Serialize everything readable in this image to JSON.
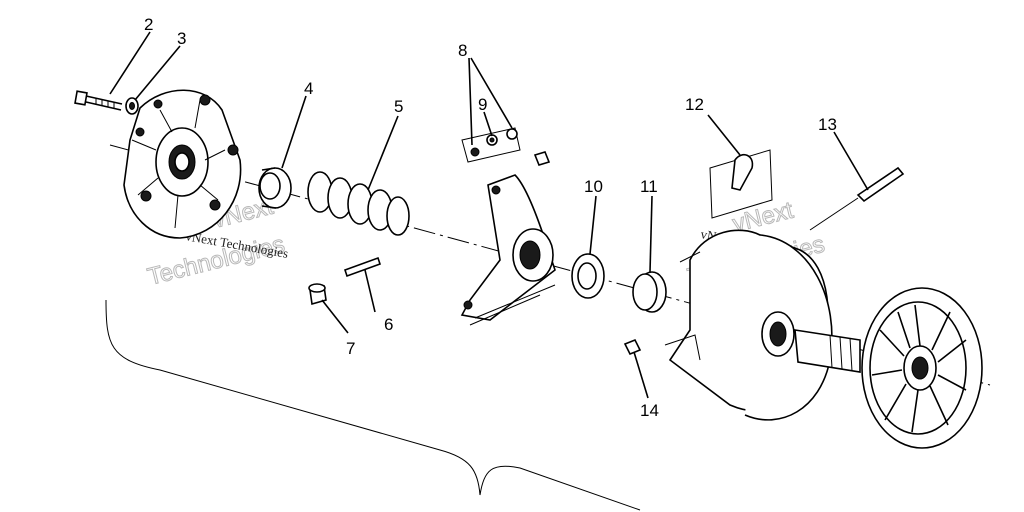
{
  "callouts": [
    {
      "id": "2",
      "label": "2"
    },
    {
      "id": "3",
      "label": "3"
    },
    {
      "id": "4",
      "label": "4"
    },
    {
      "id": "5",
      "label": "5"
    },
    {
      "id": "6",
      "label": "6"
    },
    {
      "id": "7",
      "label": "7"
    },
    {
      "id": "8",
      "label": "8"
    },
    {
      "id": "9",
      "label": "9"
    },
    {
      "id": "10",
      "label": "10"
    },
    {
      "id": "11",
      "label": "11"
    },
    {
      "id": "12",
      "label": "12"
    },
    {
      "id": "13",
      "label": "13"
    },
    {
      "id": "14",
      "label": "14"
    }
  ],
  "watermarks": {
    "left_small": "vNext Technologies",
    "left_big_1": "vNext",
    "left_big_2": "Technologies",
    "right_small": "vNext Technologies",
    "right_big_1": "vNext",
    "right_big_2": "Technologies"
  }
}
